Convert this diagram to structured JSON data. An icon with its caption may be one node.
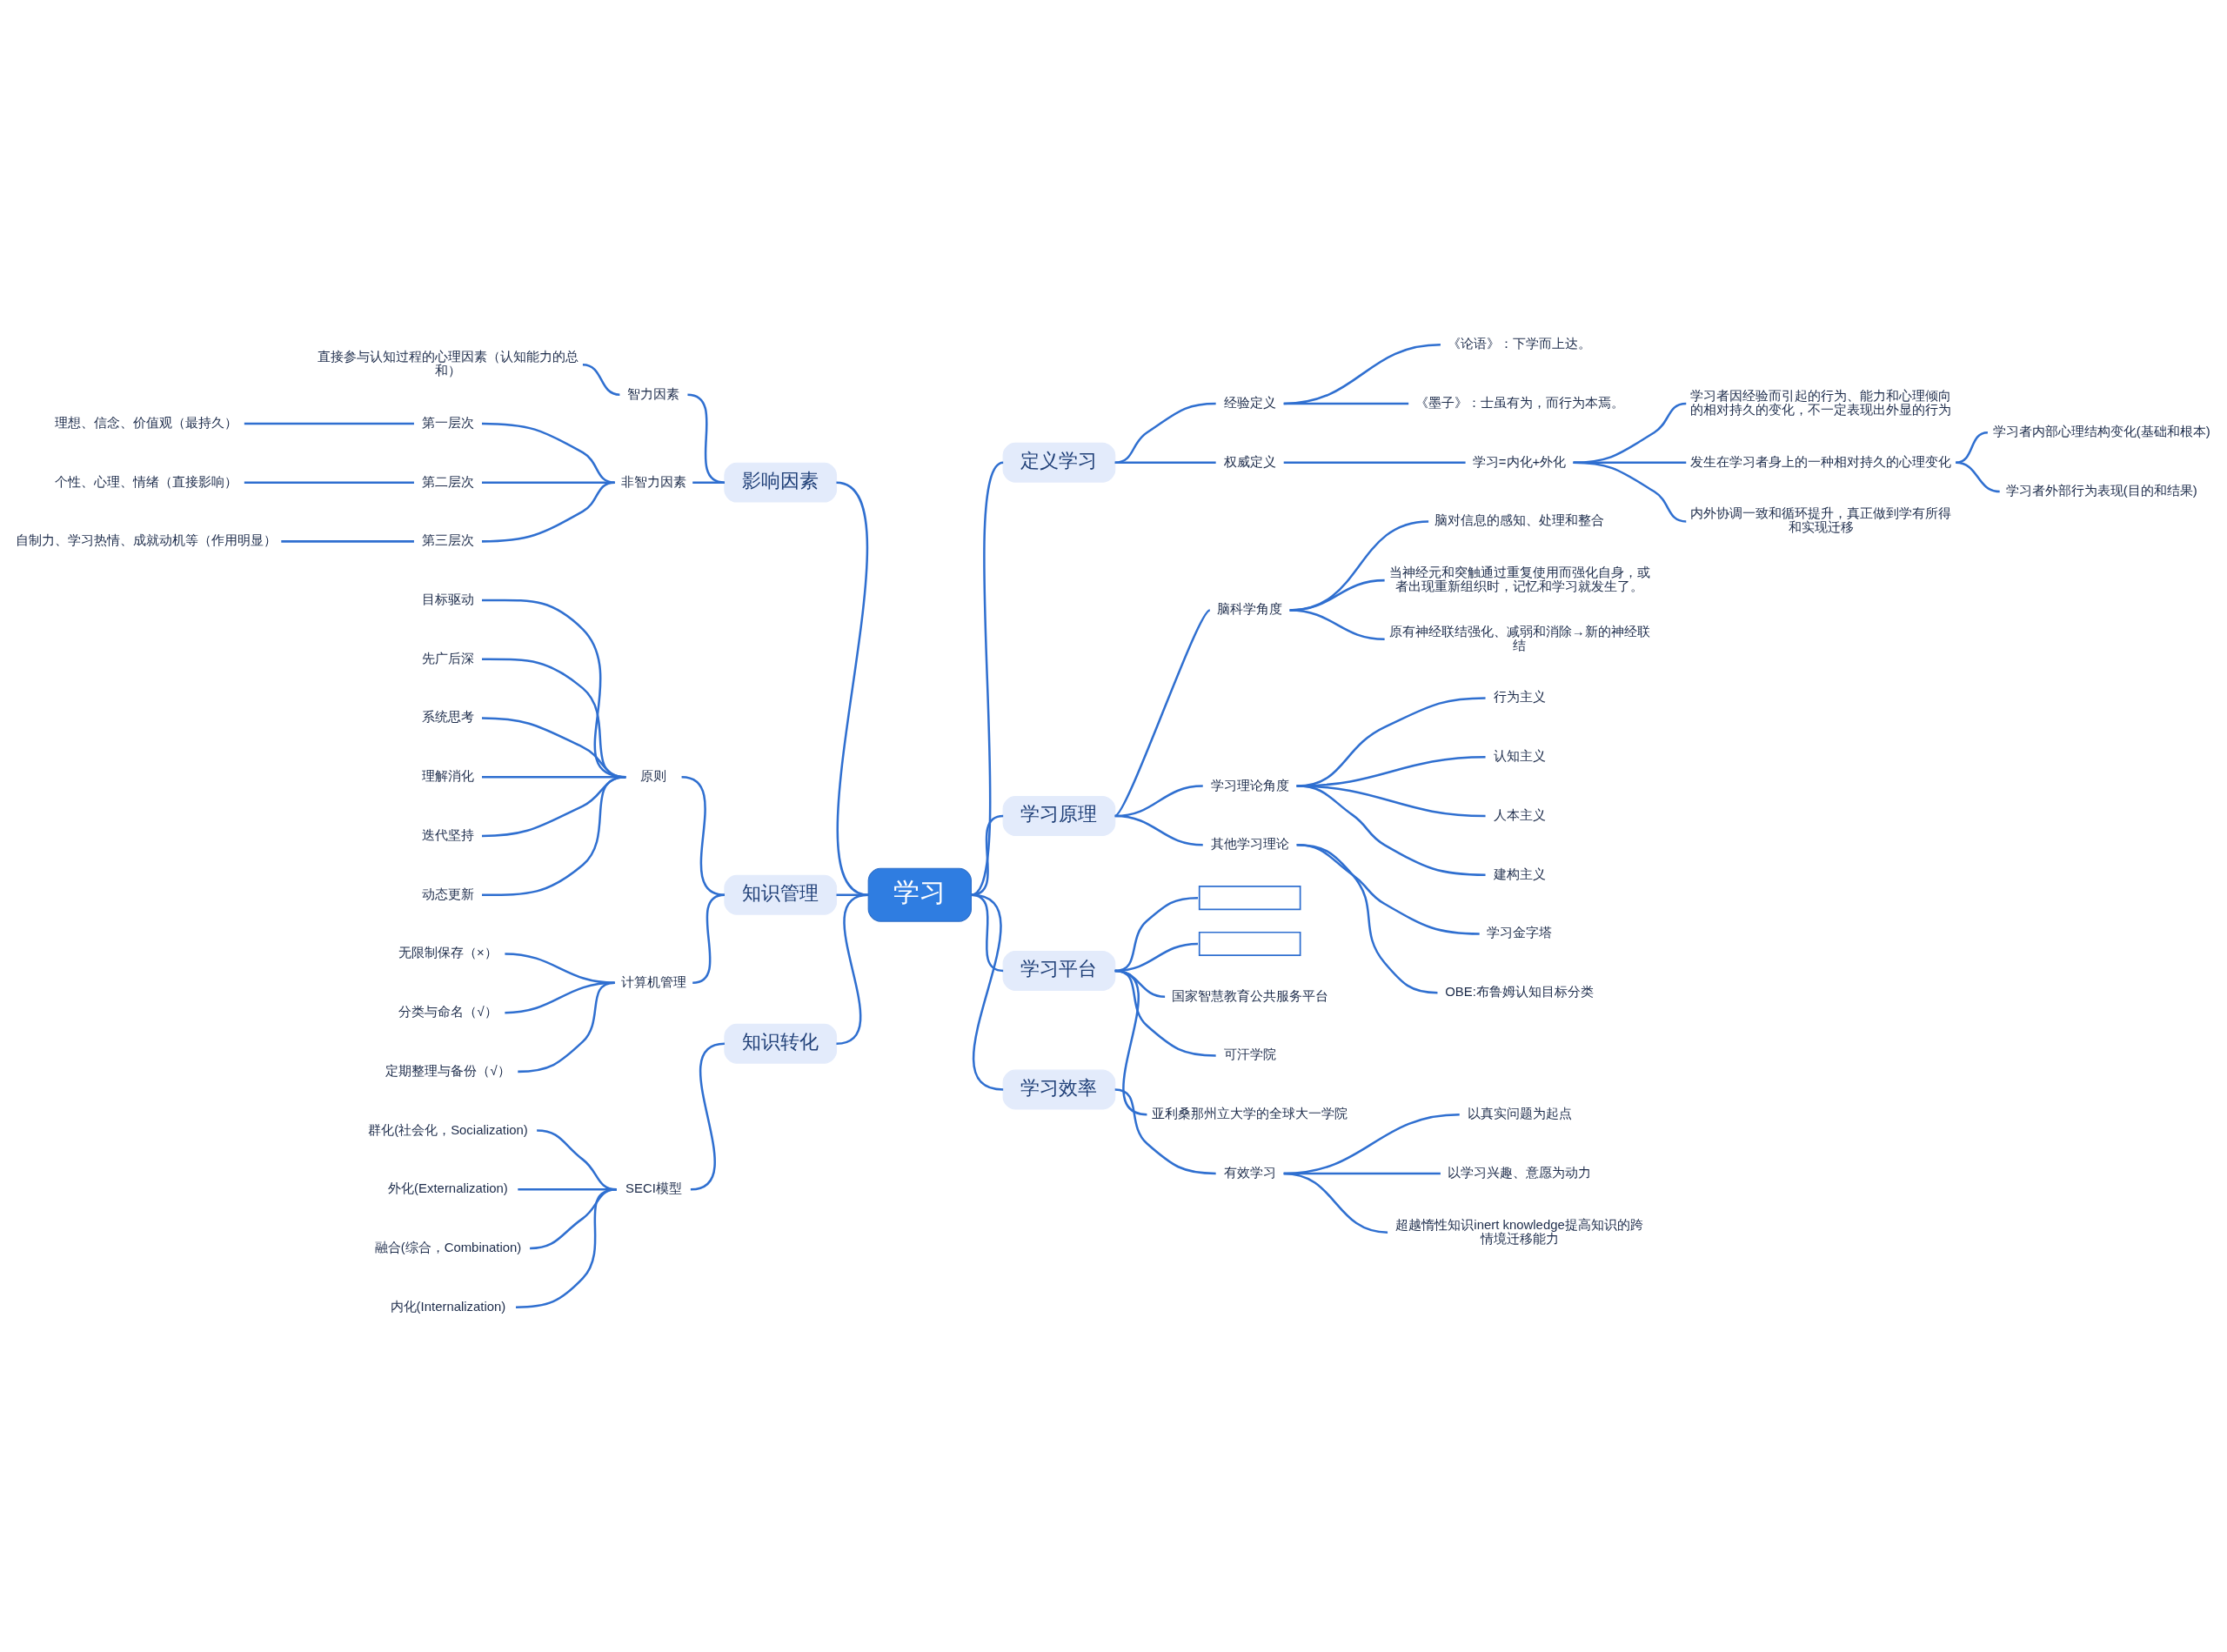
{
  "diagram": {
    "nodes": [
      {
        "text": [
          "学习"
        ]
      },
      {
        "text": [
          "定义学习"
        ]
      },
      {
        "text": [
          "经验定义"
        ]
      },
      {
        "text": [
          "《论语》：下学而上达。"
        ]
      },
      {
        "text": [
          "《墨子》：士虽有为，而行为本焉。"
        ]
      },
      {
        "text": [
          "权威定义"
        ]
      },
      {
        "text": [
          "学习=内化+外化"
        ]
      },
      {
        "text": [
          "学习者因经验而引起的行为、能力和心理倾向的相对持久的变化，不一定表现出外显的行为"
        ]
      },
      {
        "text": [
          "发生在学习者身上的一种相对持久的心理变化"
        ]
      },
      {
        "text": [
          "学习者内部心理结构变化(基础和根本)"
        ]
      },
      {
        "text": [
          "学习者外部行为表现(目的和结果)"
        ]
      },
      {
        "text": [
          "内外协调一致和循环提升，真正做到学有所得和实现迁移"
        ]
      },
      {
        "text": [
          "学习原理"
        ]
      },
      {
        "text": [
          "脑科学角度"
        ]
      },
      {
        "text": [
          "脑对信息的感知、处理和整合"
        ]
      },
      {
        "text": [
          "当神经元和突触通过重复使用而强化自身，或者出现重新组织时，记忆和学习就发生了。"
        ]
      },
      {
        "text": [
          "原有神经联结强化、减弱和消除→新的神经联结"
        ]
      },
      {
        "text": [
          "学习理论角度"
        ]
      },
      {
        "text": [
          "行为主义"
        ]
      },
      {
        "text": [
          "认知主义"
        ]
      },
      {
        "text": [
          "人本主义"
        ]
      },
      {
        "text": [
          "建构主义"
        ]
      },
      {
        "text": [
          "其他学习理论"
        ]
      },
      {
        "text": [
          "学习金字塔"
        ]
      },
      {
        "text": [
          "OBE:布鲁姆认知目标分类"
        ]
      },
      {
        "text": [
          "学习平台"
        ]
      },
      {
        "text": [],
        "shape": "box"
      },
      {
        "text": [],
        "shape": "box"
      },
      {
        "text": [
          "国家智慧教育公共服务平台"
        ]
      },
      {
        "text": [
          "可汗学院"
        ]
      },
      {
        "text": [
          "亚利桑那州立大学的全球大一学院"
        ]
      },
      {
        "text": [
          "学习效率"
        ]
      },
      {
        "text": [
          "有效学习"
        ]
      },
      {
        "text": [
          "以真实问题为起点"
        ]
      },
      {
        "text": [
          "以学习兴趣、意愿为动力"
        ]
      },
      {
        "text": [
          "超越惰性知识inert knowledge提高知识的跨情境迁移能力"
        ]
      },
      {
        "text": [
          "影响因素"
        ]
      },
      {
        "text": [
          "智力因素"
        ]
      },
      {
        "text": [
          "直接参与认知过程的心理因素（认知能力的总和）"
        ]
      },
      {
        "text": [
          "非智力因素"
        ]
      },
      {
        "text": [
          "第一层次"
        ]
      },
      {
        "text": [
          "理想、信念、价值观（最持久）"
        ]
      },
      {
        "text": [
          "第二层次"
        ]
      },
      {
        "text": [
          "个性、心理、情绪（直接影响）"
        ]
      },
      {
        "text": [
          "第三层次"
        ]
      },
      {
        "text": [
          "自制力、学习热情、成就动机等（作用明显）"
        ]
      },
      {
        "text": [
          "知识管理"
        ]
      },
      {
        "text": [
          "原则"
        ]
      },
      {
        "text": [
          "目标驱动"
        ]
      },
      {
        "text": [
          "先广后深"
        ]
      },
      {
        "text": [
          "系统思考"
        ]
      },
      {
        "text": [
          "理解消化"
        ]
      },
      {
        "text": [
          "迭代坚持"
        ]
      },
      {
        "text": [
          "动态更新"
        ]
      },
      {
        "text": [
          "计算机管理"
        ]
      },
      {
        "text": [
          "无限制保存（×）"
        ]
      },
      {
        "text": [
          "分类与命名（√）"
        ]
      },
      {
        "text": [
          "定期整理与备份（√）"
        ]
      },
      {
        "text": [
          "知识转化"
        ]
      },
      {
        "text": [
          "SECI模型"
        ]
      },
      {
        "text": [
          "群化(社会化，Socialization)"
        ]
      },
      {
        "text": [
          "外化(Externalization)"
        ]
      },
      {
        "text": [
          "融合(综合，Combination)"
        ]
      },
      {
        "text": [
          "内化(Internalization)"
        ]
      }
    ],
    "edges": [
      {
        "from": 0,
        "to": 1,
        "arrow": "none"
      },
      {
        "from": 1,
        "to": 2,
        "arrow": "none"
      },
      {
        "from": 2,
        "to": 3,
        "arrow": "none"
      },
      {
        "from": 2,
        "to": 4,
        "arrow": "none"
      },
      {
        "from": 1,
        "to": 5,
        "arrow": "none"
      },
      {
        "from": 5,
        "to": 6,
        "arrow": "none"
      },
      {
        "from": 6,
        "to": 7,
        "arrow": "none"
      },
      {
        "from": 6,
        "to": 8,
        "arrow": "none"
      },
      {
        "from": 8,
        "to": 9,
        "arrow": "none"
      },
      {
        "from": 8,
        "to": 10,
        "arrow": "none"
      },
      {
        "from": 6,
        "to": 11,
        "arrow": "none"
      },
      {
        "from": 0,
        "to": 12,
        "arrow": "none"
      },
      {
        "from": 12,
        "to": 13,
        "arrow": "none"
      },
      {
        "from": 13,
        "to": 14,
        "arrow": "none"
      },
      {
        "from": 13,
        "to": 15,
        "arrow": "none"
      },
      {
        "from": 13,
        "to": 16,
        "arrow": "none"
      },
      {
        "from": 12,
        "to": 17,
        "arrow": "none"
      },
      {
        "from": 17,
        "to": 18,
        "arrow": "none"
      },
      {
        "from": 17,
        "to": 19,
        "arrow": "none"
      },
      {
        "from": 17,
        "to": 20,
        "arrow": "none"
      },
      {
        "from": 17,
        "to": 21,
        "arrow": "none"
      },
      {
        "from": 12,
        "to": 22,
        "arrow": "none"
      },
      {
        "from": 22,
        "to": 23,
        "arrow": "none"
      },
      {
        "from": 22,
        "to": 24,
        "arrow": "none"
      },
      {
        "from": 0,
        "to": 25,
        "arrow": "none"
      },
      {
        "from": 25,
        "to": 26,
        "arrow": "none"
      },
      {
        "from": 25,
        "to": 27,
        "arrow": "none"
      },
      {
        "from": 25,
        "to": 28,
        "arrow": "none"
      },
      {
        "from": 25,
        "to": 29,
        "arrow": "none"
      },
      {
        "from": 25,
        "to": 30,
        "arrow": "none"
      },
      {
        "from": 0,
        "to": 31,
        "arrow": "none"
      },
      {
        "from": 31,
        "to": 32,
        "arrow": "none"
      },
      {
        "from": 32,
        "to": 33,
        "arrow": "none"
      },
      {
        "from": 32,
        "to": 34,
        "arrow": "none"
      },
      {
        "from": 32,
        "to": 35,
        "arrow": "none"
      },
      {
        "from": 0,
        "to": 36,
        "arrow": "none"
      },
      {
        "from": 36,
        "to": 37,
        "arrow": "none"
      },
      {
        "from": 37,
        "to": 38,
        "arrow": "none"
      },
      {
        "from": 36,
        "to": 39,
        "arrow": "none"
      },
      {
        "from": 39,
        "to": 40,
        "arrow": "none"
      },
      {
        "from": 40,
        "to": 41,
        "arrow": "none"
      },
      {
        "from": 39,
        "to": 42,
        "arrow": "none"
      },
      {
        "from": 42,
        "to": 43,
        "arrow": "none"
      },
      {
        "from": 39,
        "to": 44,
        "arrow": "none"
      },
      {
        "from": 44,
        "to": 45,
        "arrow": "none"
      },
      {
        "from": 0,
        "to": 46,
        "arrow": "none"
      },
      {
        "from": 46,
        "to": 47,
        "arrow": "none"
      },
      {
        "from": 47,
        "to": 48,
        "arrow": "none"
      },
      {
        "from": 47,
        "to": 49,
        "arrow": "none"
      },
      {
        "from": 47,
        "to": 50,
        "arrow": "none"
      },
      {
        "from": 47,
        "to": 51,
        "arrow": "none"
      },
      {
        "from": 47,
        "to": 52,
        "arrow": "none"
      },
      {
        "from": 47,
        "to": 53,
        "arrow": "none"
      },
      {
        "from": 46,
        "to": 54,
        "arrow": "none"
      },
      {
        "from": 54,
        "to": 55,
        "arrow": "none"
      },
      {
        "from": 54,
        "to": 56,
        "arrow": "none"
      },
      {
        "from": 54,
        "to": 57,
        "arrow": "none"
      },
      {
        "from": 0,
        "to": 58,
        "arrow": "none"
      },
      {
        "from": 58,
        "to": 59,
        "arrow": "none"
      },
      {
        "from": 59,
        "to": 60,
        "arrow": "none"
      },
      {
        "from": 59,
        "to": 61,
        "arrow": "none"
      },
      {
        "from": 59,
        "to": 62,
        "arrow": "none"
      },
      {
        "from": 59,
        "to": 63,
        "arrow": "none"
      }
    ]
  }
}
